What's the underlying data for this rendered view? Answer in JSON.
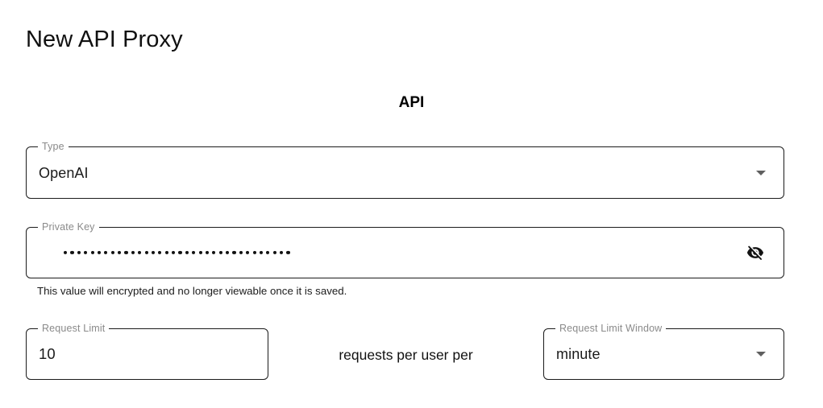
{
  "page": {
    "title": "New API Proxy"
  },
  "section": {
    "heading": "API"
  },
  "form": {
    "type_field": {
      "label": "Type",
      "value": "OpenAI",
      "caret_icon": "chevron-down-icon"
    },
    "private_key_field": {
      "label": "Private Key",
      "masked_value": "••••••••••••••••••••••••••••••••••",
      "mask_char_count": 34,
      "visibility_icon": "eye-off-icon",
      "helper_text": "This value will encrypted and no longer viewable once it is saved."
    },
    "request_limit_field": {
      "label": "Request Limit",
      "value": "10"
    },
    "between_label": "requests per user per",
    "request_limit_window_field": {
      "label": "Request Limit Window",
      "value": "minute",
      "caret_icon": "chevron-down-icon"
    }
  },
  "colors": {
    "border": "#1b1b1b",
    "label": "#8a8a8a",
    "text": "#111111",
    "background": "#ffffff"
  }
}
